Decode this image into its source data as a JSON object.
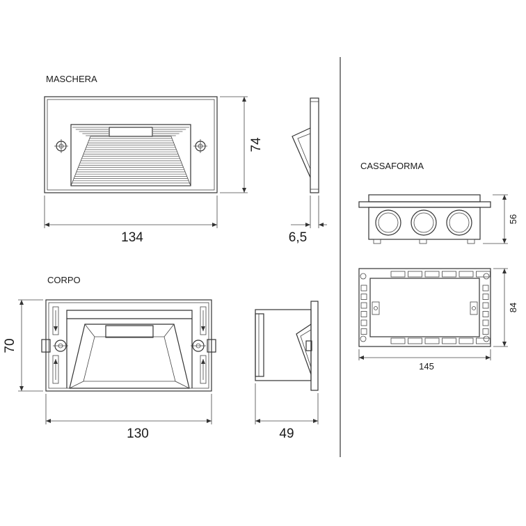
{
  "labels": {
    "maschera": "MASCHERA",
    "corpo": "CORPO",
    "cassaforma": "CASSAFORMA"
  },
  "dimensions": {
    "maschera_width": "134",
    "maschera_height": "74",
    "maschera_depth": "6,5",
    "corpo_width": "130",
    "corpo_height": "70",
    "corpo_depth": "49",
    "cassaforma_height": "56",
    "cassaforma_width": "145",
    "cassaforma_depth": "84"
  }
}
